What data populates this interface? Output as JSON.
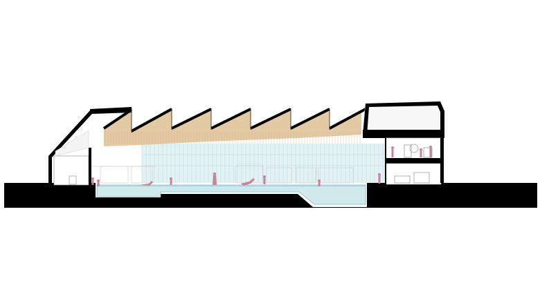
{
  "drawing": {
    "kind": "architectural-section",
    "colors": {
      "background": "#ffffff",
      "cut": "#000000",
      "timber": "#e3c9a4",
      "glazing": "#d7ecef",
      "water": "#cfe9ec",
      "human_figures": "#c7829a",
      "furniture": "#9a9a9a",
      "interior_lines": "#cfcfcf"
    },
    "sawtooth_roof_bays": 6,
    "pools": 2,
    "human_figures_count": 12,
    "icons": [
      "person-figure",
      "swimmer-figure",
      "gym-equipment"
    ]
  }
}
